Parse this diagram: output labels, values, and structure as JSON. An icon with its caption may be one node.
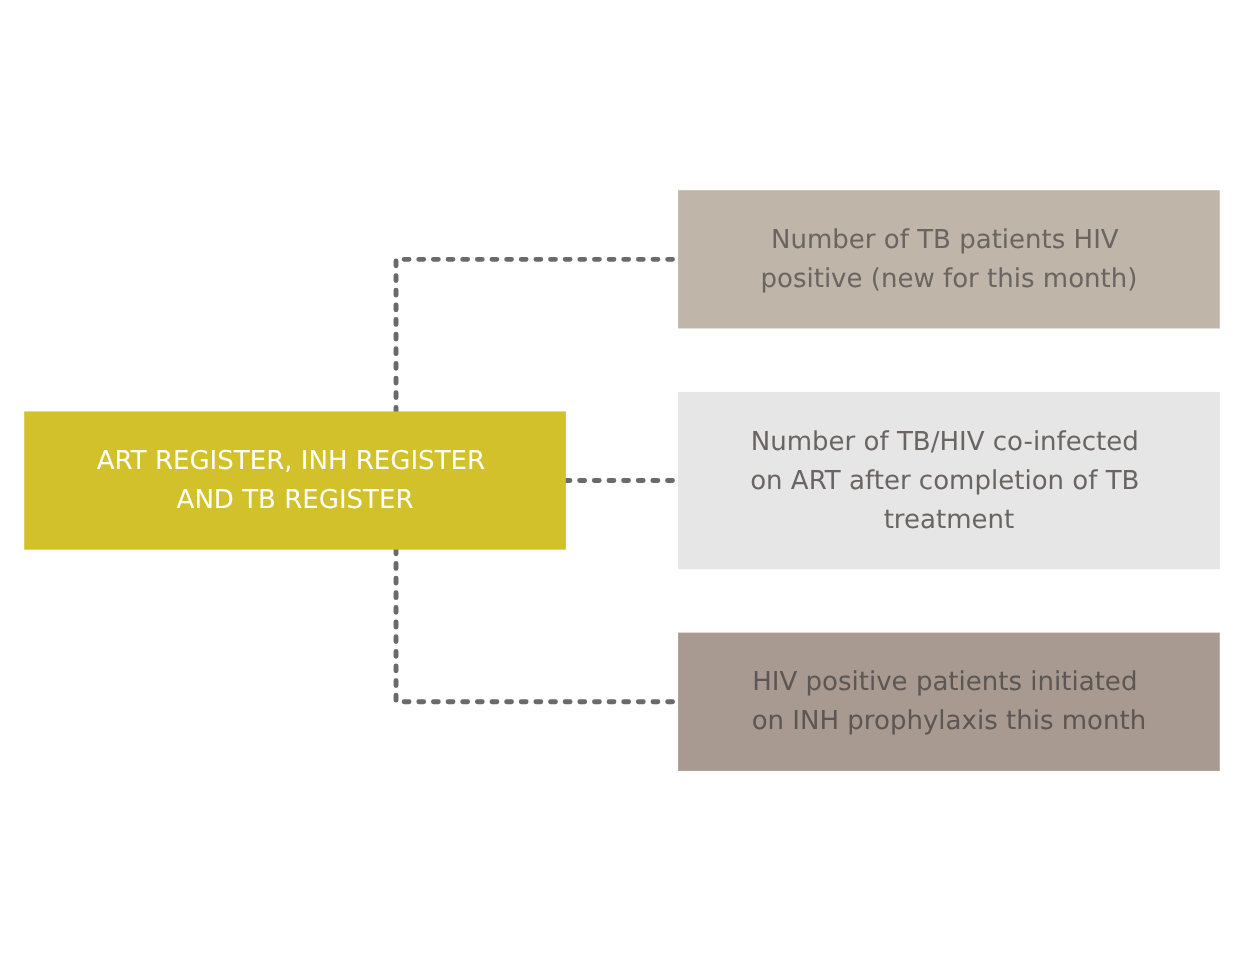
{
  "diagram": {
    "nodes": [
      {
        "text": [
          "ART REGISTER, INH REGISTER AND TB REGISTER"
        ]
      },
      {
        "text": [
          "Number of TB patients HIV positive (new for this month)"
        ]
      },
      {
        "text": [
          "Number of TB/HIV co-infected on ART after completion of TB treatment"
        ]
      },
      {
        "text": [
          "HIV positive patients initiated on INH prophylaxis this month"
        ]
      }
    ],
    "edges": [
      {
        "from": 0,
        "to": 1,
        "arrow": "none",
        "style": "dashed"
      },
      {
        "from": 0,
        "to": 2,
        "arrow": "none",
        "style": "dashed"
      },
      {
        "from": 0,
        "to": 3,
        "arrow": "none",
        "style": "dashed"
      }
    ]
  }
}
